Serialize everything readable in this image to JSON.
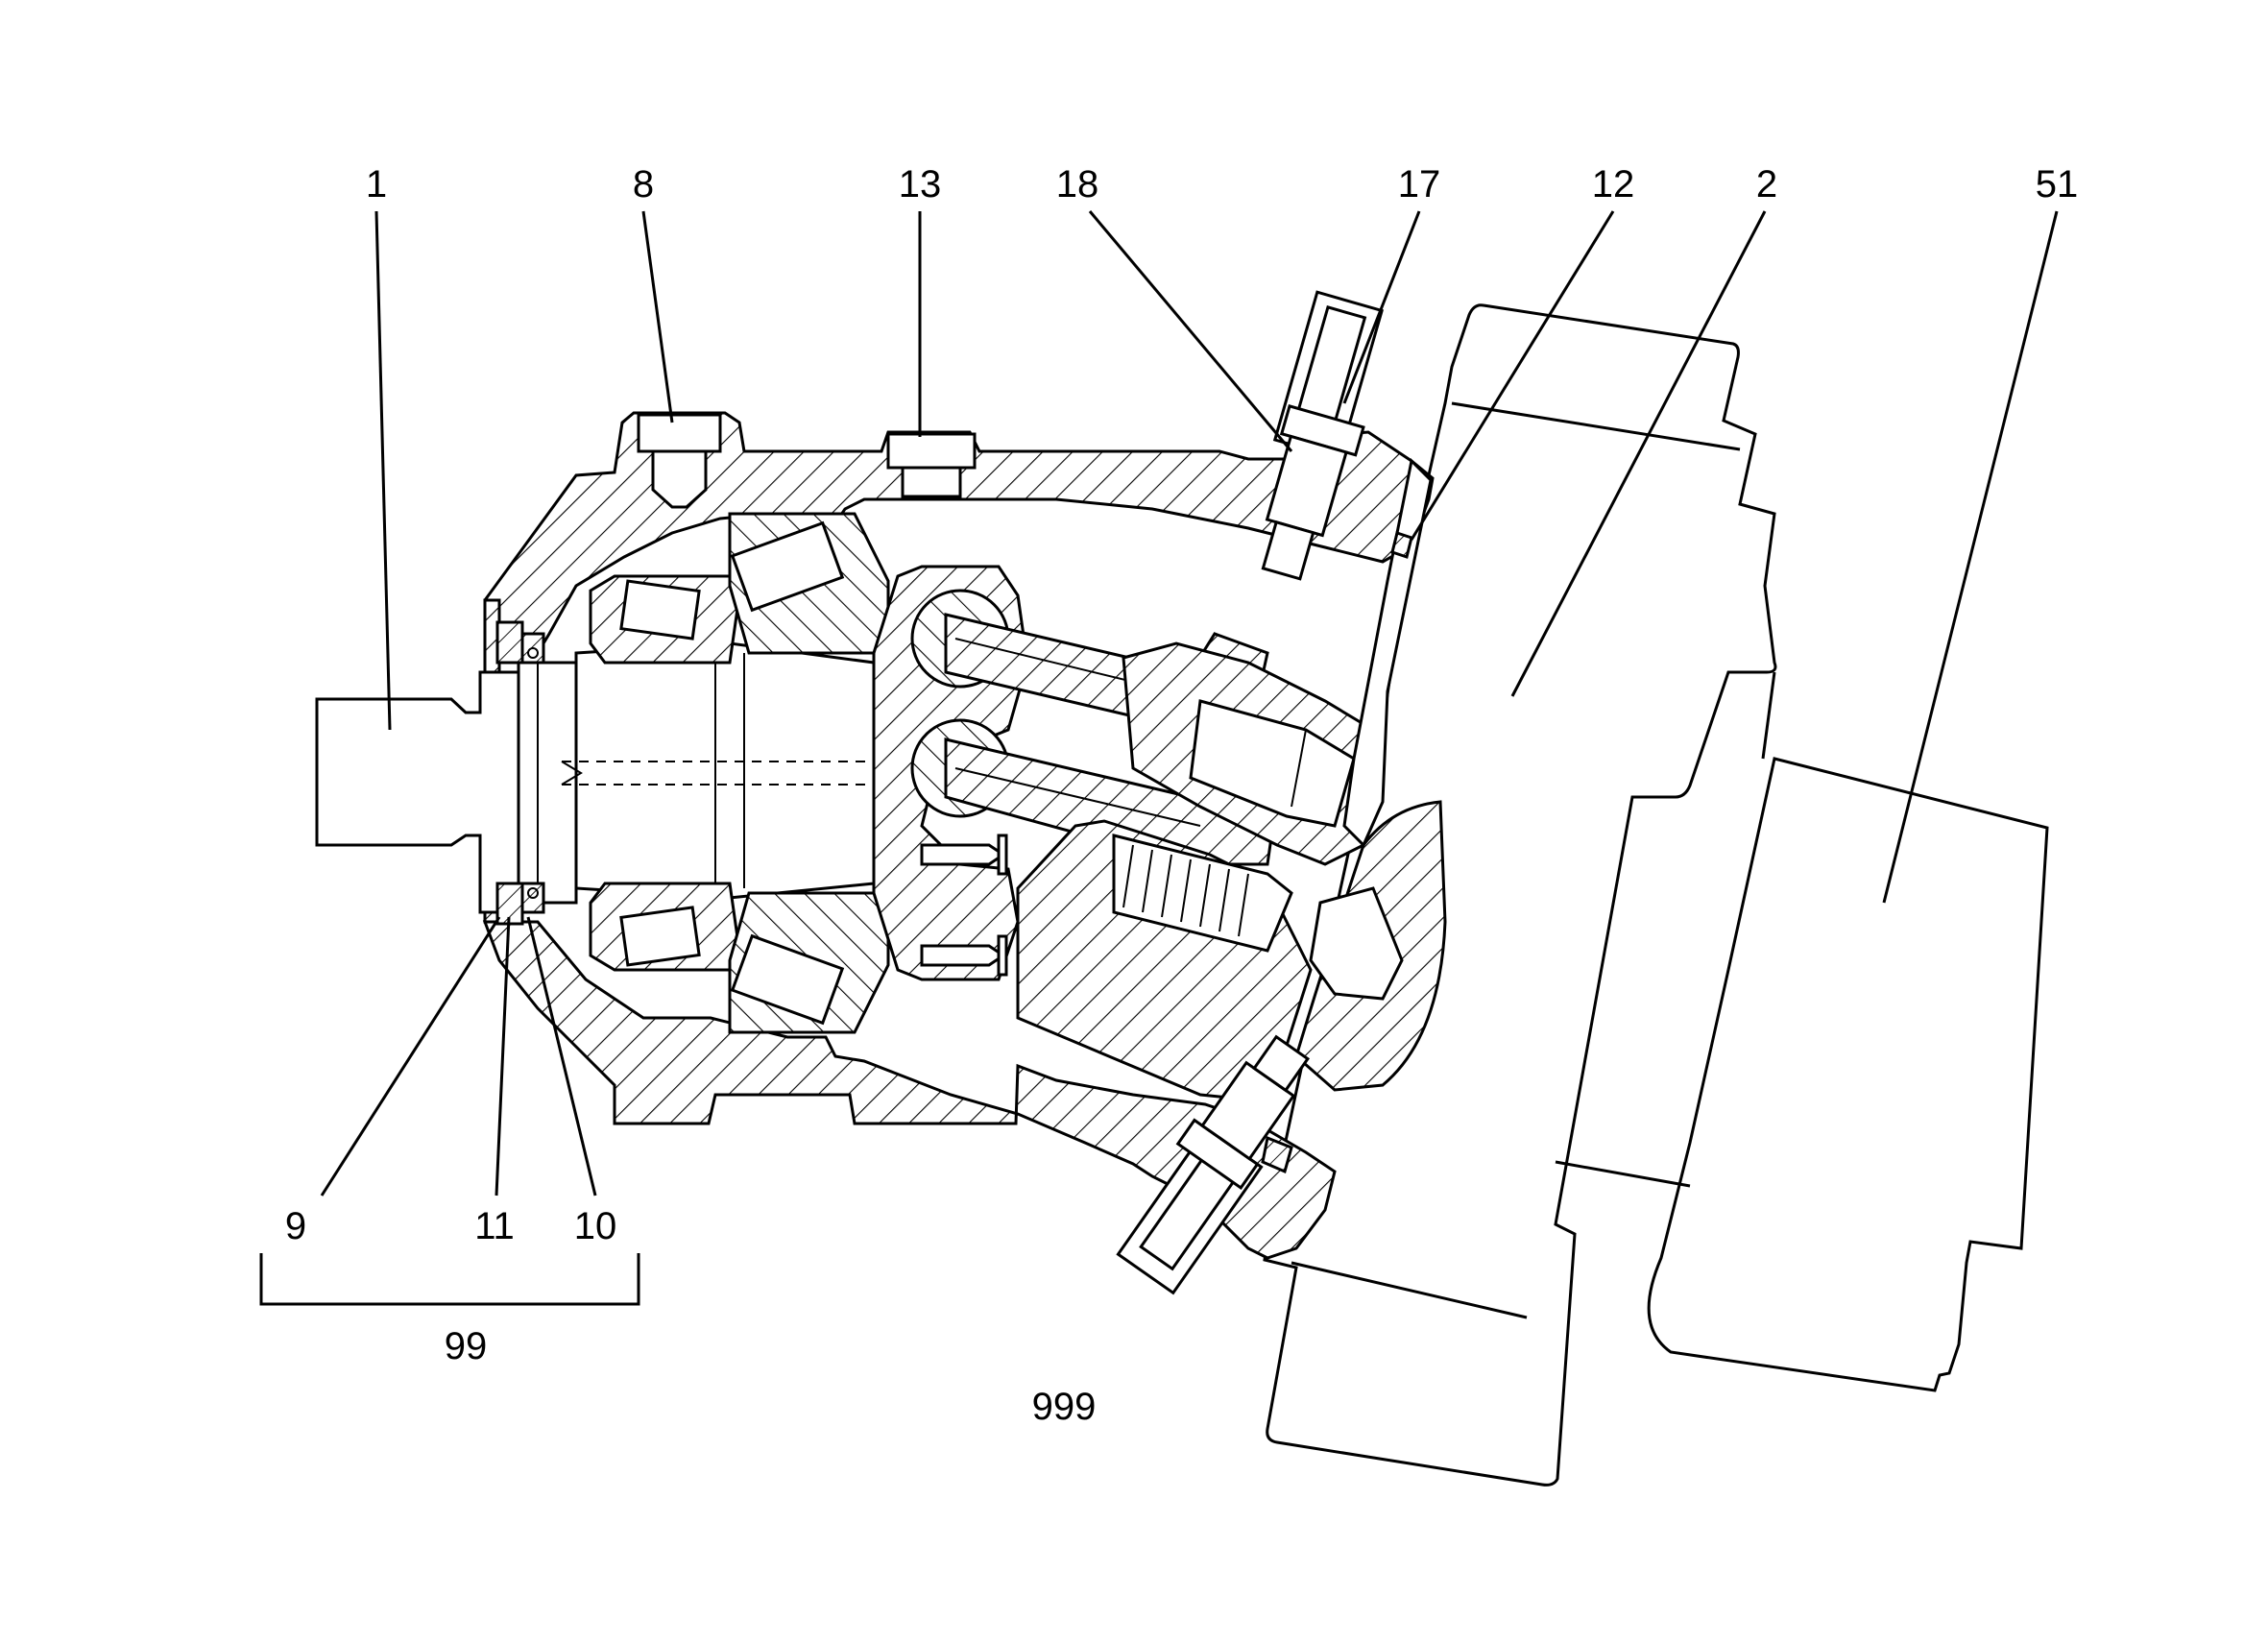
{
  "colors": {
    "ink": "#000000",
    "paper": "#ffffff"
  },
  "callouts": {
    "c1": "1",
    "c8": "8",
    "c13": "13",
    "c18": "18",
    "c17": "17",
    "c12": "12",
    "c2": "2",
    "c51": "51",
    "c9": "9",
    "c11": "11",
    "c10": "10",
    "c99": "99",
    "c999": "999"
  }
}
